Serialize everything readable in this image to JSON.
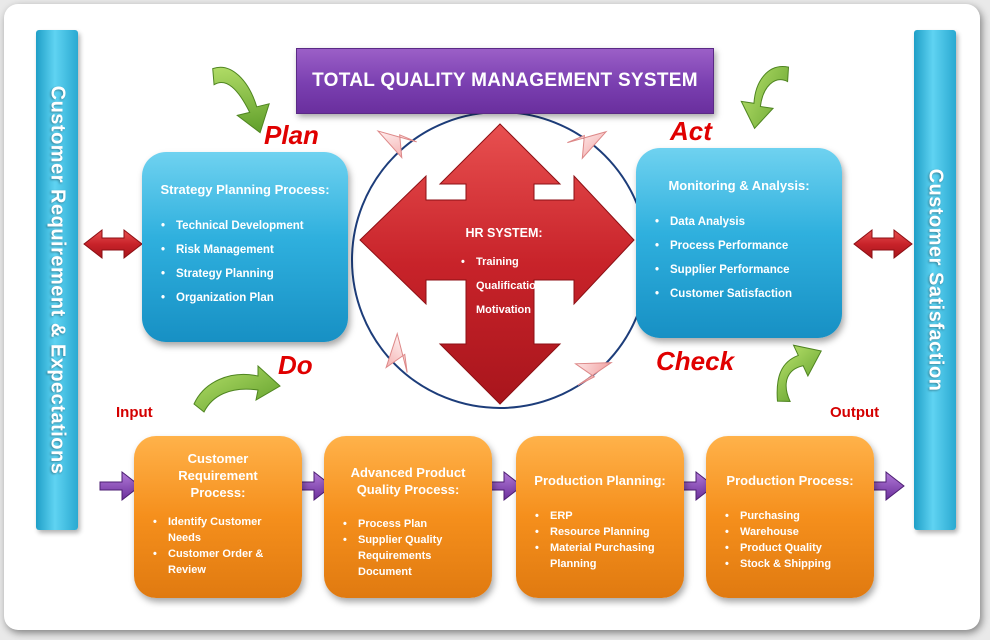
{
  "title": "TOTAL QUALITY MANAGEMENT SYSTEM",
  "left_bar": "Customer Requirement & Expectations",
  "right_bar": "Customer Satisfaction",
  "pdca": {
    "plan": "Plan",
    "act": "Act",
    "do": "Do",
    "check": "Check"
  },
  "io": {
    "input": "Input",
    "output": "Output"
  },
  "strategy": {
    "heading": "Strategy Planning Process:",
    "items": [
      "Technical  Development",
      "Risk Management",
      "Strategy Planning",
      "Organization Plan"
    ]
  },
  "monitoring": {
    "heading": "Monitoring & Analysis:",
    "items": [
      "Data Analysis",
      "Process Performance",
      "Supplier Performance",
      "Customer Satisfaction"
    ]
  },
  "hr": {
    "heading": "HR SYSTEM:",
    "items": [
      "Training",
      "Qualification",
      "Motivation"
    ]
  },
  "customer_req": {
    "heading_lines": [
      "Customer",
      "Requirement",
      "Process:"
    ],
    "items": [
      [
        "Identify Customer",
        "Needs"
      ],
      [
        "Customer Order &",
        "Review"
      ]
    ]
  },
  "apqp": {
    "heading_lines": [
      "Advanced Product",
      "Quality Process:"
    ],
    "items": [
      [
        "Process Plan"
      ],
      [
        "Supplier Quality",
        "Requirements",
        "Document"
      ]
    ]
  },
  "prod_planning": {
    "heading_lines": [
      "Production Planning:"
    ],
    "items": [
      [
        "ERP"
      ],
      [
        "Resource Planning"
      ],
      [
        "Material Purchasing",
        "Planning"
      ]
    ]
  },
  "prod_process": {
    "heading_lines": [
      "Production Process:"
    ],
    "items": [
      [
        "Purchasing"
      ],
      [
        "Warehouse"
      ],
      [
        "Product Quality"
      ],
      [
        "Stock & Shipping"
      ]
    ]
  },
  "colors": {
    "blue_box": "#2fb0de",
    "orange_box": "#f58f1c",
    "title_purple": "#7a3fb0",
    "red_arrow": "#d42a2a",
    "pdca_text": "#e00000",
    "green_arrow": "#7cc242",
    "purple_arrow": "#8a3fb0"
  }
}
